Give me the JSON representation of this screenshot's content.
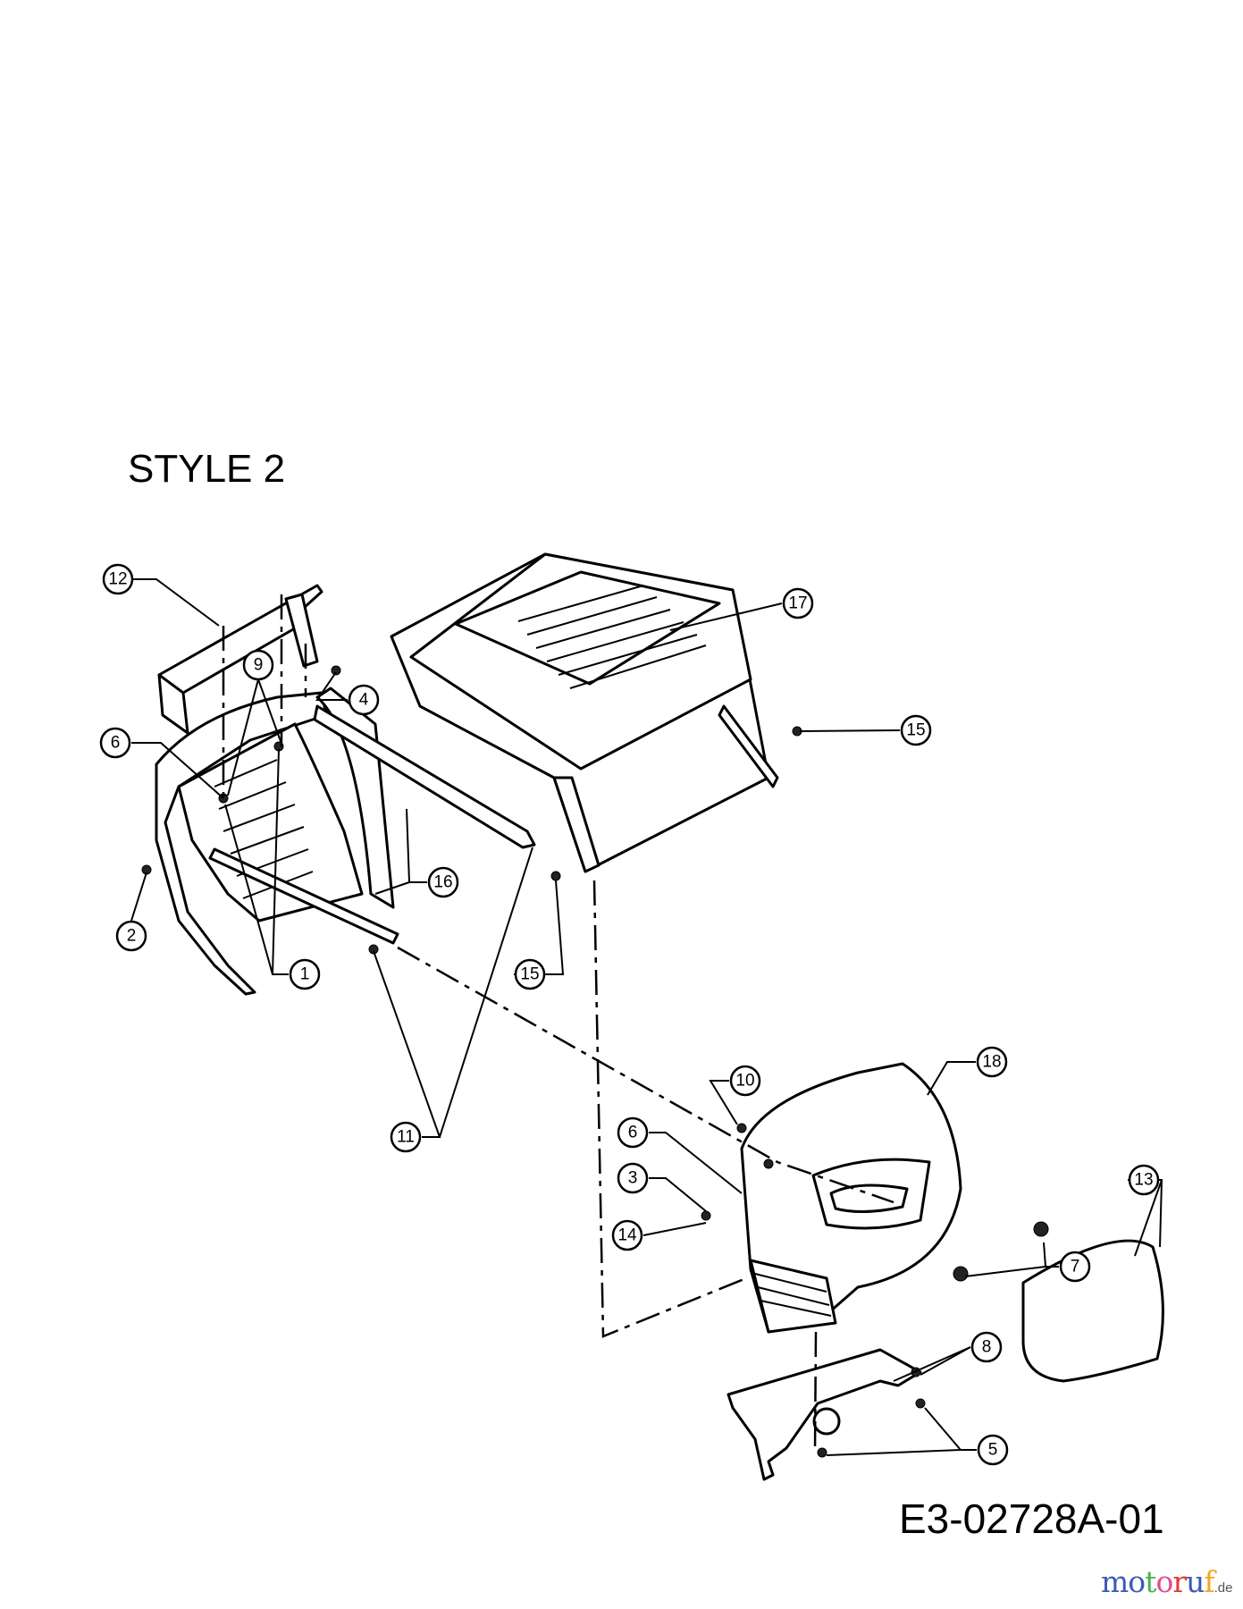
{
  "title": "STYLE 2",
  "diagram_code": "E3-02728A-01",
  "watermark": "motoruf",
  "watermark_tld": ".de",
  "watermark_colors": [
    "#3b5bb5",
    "#3b5bb5",
    "#4caf50",
    "#e84a8a",
    "#e53935",
    "#3b5bb5",
    "#f5a623"
  ],
  "callouts": [
    "12",
    "9",
    "4",
    "6",
    "2",
    "1",
    "16",
    "17",
    "15",
    "15",
    "11",
    "18",
    "10",
    "6",
    "3",
    "14",
    "7",
    "13",
    "8",
    "5"
  ]
}
